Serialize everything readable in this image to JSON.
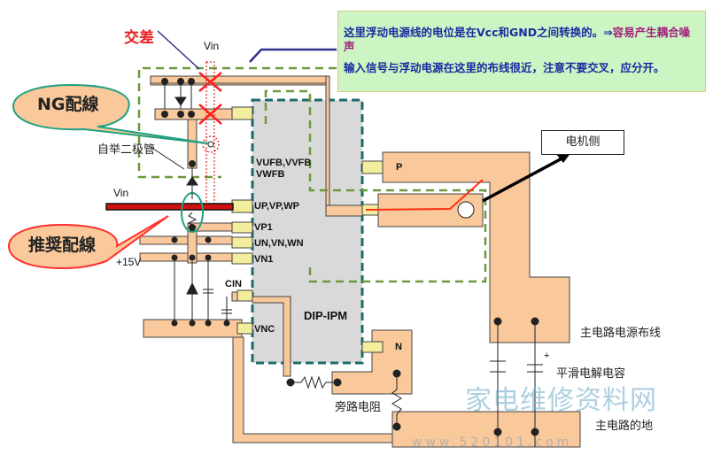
{
  "note": {
    "line1_main": "这里浮动电源线的电位是在Vcc和GND之间转换的。⇒",
    "line1_highlight": "容易产生耦合噪声",
    "line2": "输入信号与浮动电源在这里的布线很近，注意不要交叉，应分开。"
  },
  "labels": {
    "crossing": "交差",
    "vin_top": "Vin",
    "vin_left": "Vin",
    "ng_wiring": "NG配線",
    "recommended_wiring": "推奨配線",
    "bootstrap_diode": "自举二极管",
    "plus15v": "+15V",
    "vufb": "VUFB,VVFB",
    "vwfb": "VWFB",
    "up_vp_wp": "UP,VP,WP",
    "vp1": "VP1",
    "un_vn_wn": "UN,VN,WN",
    "vn1": "VN1",
    "cin": "CIN",
    "vnc": "VNC",
    "dip_ipm": "DIP-IPM",
    "p": "P",
    "n": "N",
    "motor_side": "电机侧",
    "main_power_wiring": "主电路电源布线",
    "smoothing_cap": "平滑电解电容",
    "bypass_resistor": "旁路电阻",
    "main_ground": "主电路的地"
  },
  "watermark": {
    "text": "家电维修资料网",
    "url": "www.520101.com"
  },
  "colors": {
    "trace": "#f9c89b",
    "pad": "#f3ee9e",
    "ipm": "#d9d9d9",
    "ipm_border": "#1e6b6b",
    "dash_green": "#6a9a3a",
    "note_bg": "#cdf5c4",
    "cross": "#ff2020",
    "vin_line": "#d01010"
  }
}
